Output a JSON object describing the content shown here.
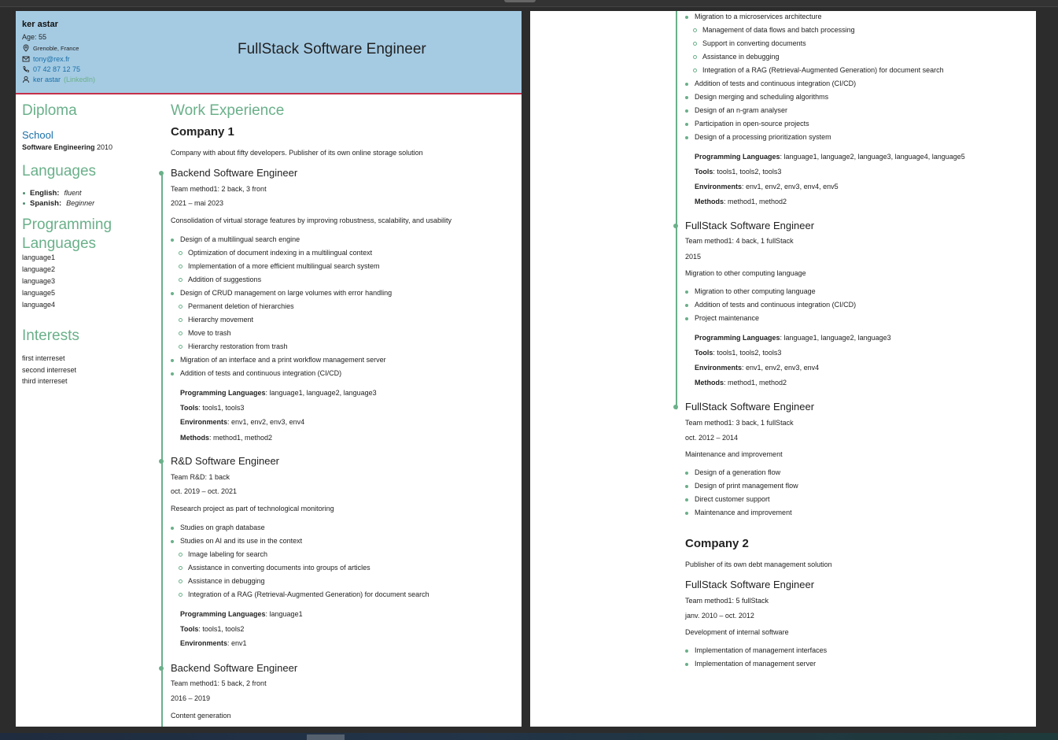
{
  "profile": {
    "name": "ker astar",
    "age": "Age: 55",
    "location": "Grenoble, France",
    "email": "tony@rex.fr",
    "phone": "07 42 87 12 75",
    "linkedin_name": "ker astar",
    "linkedin_tag": "(LinkedIn)",
    "headline": "FullStack Software Engineer"
  },
  "colors": {
    "accent": "#6ab08a",
    "header_bg": "#a5cbe3",
    "header_rule": "#c4314b",
    "link": "#1a6fa8"
  },
  "sidebar": {
    "diploma_title": "Diploma",
    "school": "School",
    "degree": "Software Engineering",
    "degree_year": "2010",
    "languages_title": "Languages",
    "languages": [
      {
        "name": "English:",
        "level": "fluent"
      },
      {
        "name": "Spanish:",
        "level": "Beginner"
      }
    ],
    "prog_title_1": "Programming",
    "prog_title_2": "Languages",
    "prog_languages": [
      "language1",
      "language2",
      "language3",
      "language5",
      "language4"
    ],
    "interests_title": "Interests",
    "interests": [
      "first interreset",
      "second interreset",
      "third interreset"
    ]
  },
  "experience": {
    "title": "Work Experience",
    "company1": {
      "name": "Company 1",
      "desc": "Company with about fifty developers. Publisher of its own online storage solution",
      "job1": {
        "title": "Backend Software Engineer",
        "team": "Team method1: 2 back, 3 front",
        "dates": "2021 – mai 2023",
        "summary": "Consolidation of virtual storage features by improving robustness, scalability, and usability",
        "bullets": [
          "Design of a multilingual search engine",
          "Optimization of document indexing in a multilingual context",
          "Implementation of a more efficient multilingual search system",
          "Addition of suggestions",
          "Design of CRUD management on large volumes with error handling",
          "Permanent deletion of hierarchies",
          "Hierarchy movement",
          "Move to trash",
          "Hierarchy restoration from trash",
          "Migration of an interface and a print workflow management server",
          "Addition of tests and continuous integration (CI/CD)"
        ],
        "pl_label": "Programming Languages",
        "pl": ": language1, language2, language3",
        "tools_label": "Tools",
        "tools": ": tools1, tools3",
        "env_label": "Environments",
        "env": ": env1, env2, env3, env4",
        "methods_label": "Methods",
        "methods": ": method1, method2"
      },
      "job2": {
        "title": "R&D Software Engineer",
        "team": "Team R&D: 1 back",
        "dates": "oct. 2019 – oct. 2021",
        "summary": "Research project as part of technological monitoring",
        "bullets": [
          "Studies on graph database",
          "Studies on AI and its use in the context",
          "Image labeling for search",
          "Assistance in converting documents into groups of articles",
          "Assistance in debugging",
          "Integration of a RAG (Retrieval-Augmented Generation) for document search"
        ],
        "pl_label": "Programming Languages",
        "pl": ": language1",
        "tools_label": "Tools",
        "tools": ": tools1, tools2",
        "env_label": "Environments",
        "env": ": env1"
      },
      "job3": {
        "title": "Backend Software Engineer",
        "team": "Team method1: 5 back, 2 front",
        "dates": "2016 – 2019",
        "summary": "Content generation",
        "bullets": [
          "Migration to a microservices architecture",
          "Management of data flows and batch processing",
          "Support in converting documents",
          "Assistance in debugging",
          "Integration of a RAG (Retrieval-Augmented Generation) for document search",
          "Addition of tests and continuous integration (CI/CD)",
          "Design merging and scheduling algorithms",
          "Design of an n-gram analyser",
          "Participation in open-source projects",
          "Design of a processing prioritization system"
        ],
        "pl_label": "Programming Languages",
        "pl": ": language1, language2, language3, language4, language5",
        "tools_label": "Tools",
        "tools": ": tools1, tools2, tools3",
        "env_label": "Environments",
        "env": ": env1, env2, env3, env4, env5",
        "methods_label": "Methods",
        "methods": ": method1, method2"
      },
      "job4": {
        "title": "FullStack Software Engineer",
        "team": "Team method1: 4 back, 1 fullStack",
        "dates": "2015",
        "summary": "Migration to other computing language",
        "bullets": [
          "Migration to other computing language",
          "Addition of tests and continuous integration (CI/CD)",
          "Project maintenance"
        ],
        "pl_label": "Programming Languages",
        "pl": ": language1, language2, language3",
        "tools_label": "Tools",
        "tools": ": tools1, tools2, tools3",
        "env_label": "Environments",
        "env": ": env1, env2, env3, env4",
        "methods_label": "Methods",
        "methods": ": method1, method2"
      },
      "job5": {
        "title": "FullStack Software Engineer",
        "team": "Team method1: 3 back, 1 fullStack",
        "dates": "oct. 2012 – 2014",
        "summary": "Maintenance and improvement",
        "bullets": [
          "Design of a generation flow",
          "Design of print management flow",
          "Direct customer support",
          "Maintenance and improvement"
        ]
      }
    },
    "company2": {
      "name": "Company 2",
      "desc": "Publisher of its own debt management solution",
      "job1": {
        "title": "FullStack Software Engineer",
        "team": "Team method1: 5 fullStack",
        "dates": "janv. 2010 – oct. 2012",
        "summary": "Development of internal software",
        "bullets": [
          "Implementation of management interfaces",
          "Implementation of management server"
        ]
      }
    }
  }
}
